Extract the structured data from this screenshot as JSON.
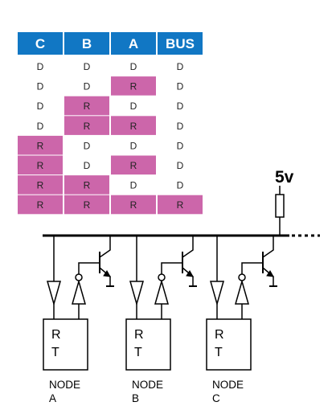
{
  "truth_table": {
    "headers": [
      "C",
      "B",
      "A",
      "BUS"
    ],
    "rows": [
      [
        "D",
        "D",
        "D",
        "D"
      ],
      [
        "D",
        "D",
        "R",
        "D"
      ],
      [
        "D",
        "R",
        "D",
        "D"
      ],
      [
        "D",
        "R",
        "R",
        "D"
      ],
      [
        "R",
        "D",
        "D",
        "D"
      ],
      [
        "R",
        "D",
        "R",
        "D"
      ],
      [
        "R",
        "R",
        "D",
        "D"
      ],
      [
        "R",
        "R",
        "R",
        "R"
      ]
    ],
    "header_color": "#1177c4",
    "highlight_color": "#cc66aa",
    "highlight_value": "R"
  },
  "supply_label": "5v",
  "nodes": [
    {
      "box_line1": "R",
      "box_line2": "T",
      "label_line1": "NODE",
      "label_line2": "A"
    },
    {
      "box_line1": "R",
      "box_line2": "T",
      "label_line1": "NODE",
      "label_line2": "B"
    },
    {
      "box_line1": "R",
      "box_line2": "T",
      "label_line1": "NODE",
      "label_line2": "C"
    }
  ]
}
